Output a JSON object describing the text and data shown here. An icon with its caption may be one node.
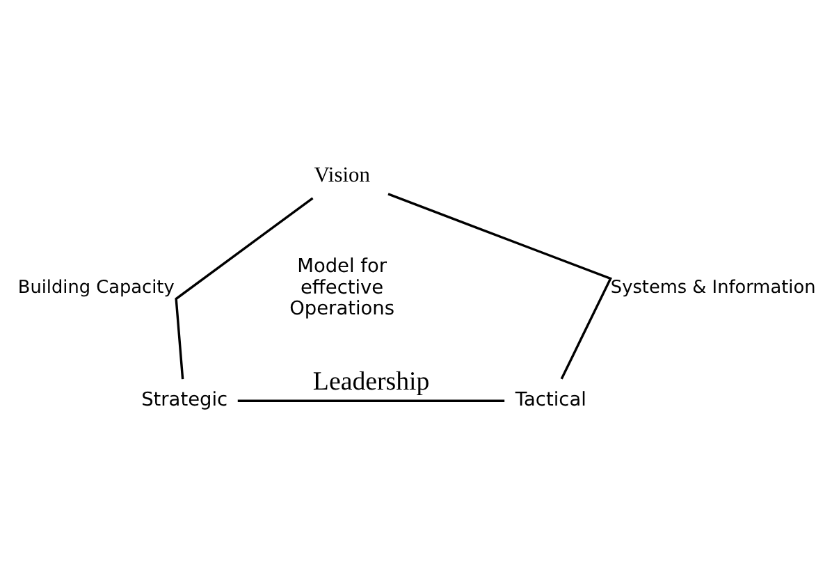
{
  "diagram": {
    "nodes": [
      {
        "text": [
          "Vision"
        ]
      },
      {
        "text": [
          "Strategic"
        ]
      },
      {
        "text": [
          "Tactical"
        ]
      }
    ],
    "edges": [
      {
        "from": 0,
        "to": 1,
        "arrow": "none",
        "label": "Building Capacity"
      },
      {
        "from": 0,
        "to": 2,
        "arrow": "none",
        "label": "Systems & Information"
      },
      {
        "from": 1,
        "to": 2,
        "arrow": "none",
        "label": "Leadership"
      }
    ],
    "labels": [
      "Model for effective Operations"
    ]
  }
}
